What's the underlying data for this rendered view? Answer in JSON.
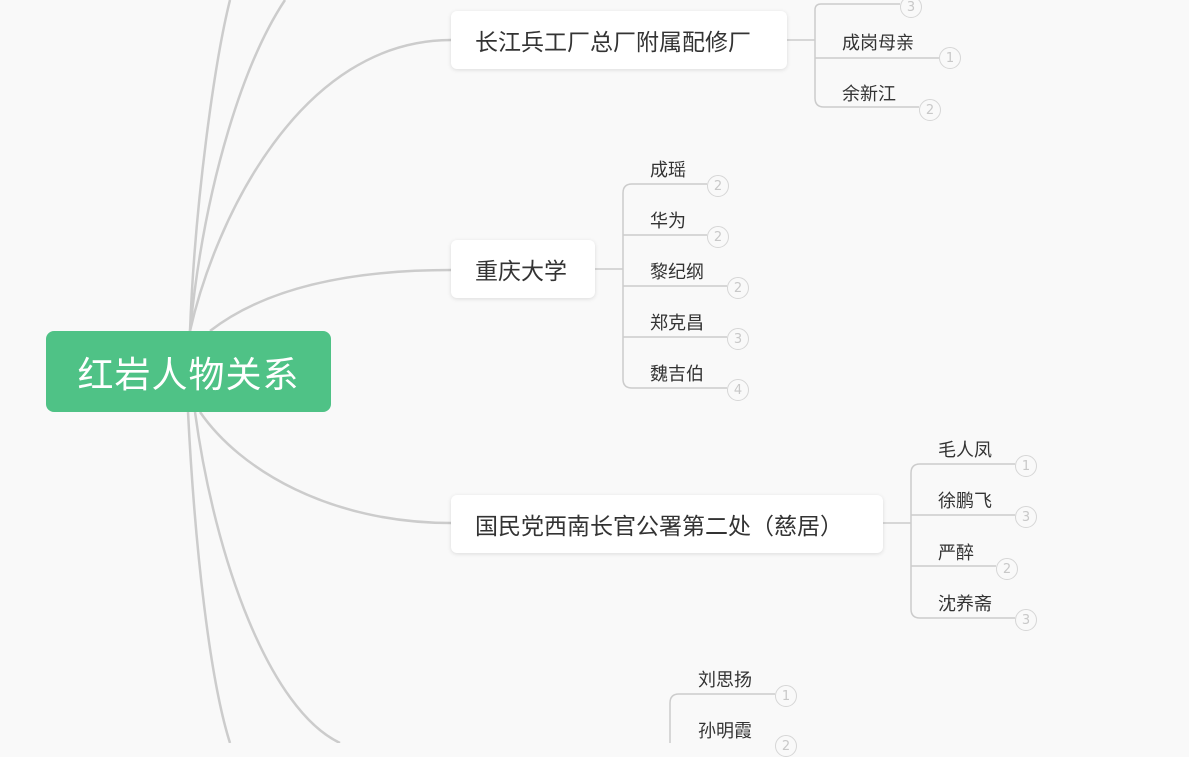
{
  "root": {
    "label": "红岩人物关系"
  },
  "topics": [
    {
      "label": "长江兵工厂总厂附属配修厂",
      "children": [
        {
          "label": "",
          "count": "3"
        },
        {
          "label": "成岗母亲",
          "count": "1"
        },
        {
          "label": "余新江",
          "count": "2"
        }
      ]
    },
    {
      "label": "重庆大学",
      "children": [
        {
          "label": "成瑶",
          "count": "2"
        },
        {
          "label": "华为",
          "count": "2"
        },
        {
          "label": "黎纪纲",
          "count": "2"
        },
        {
          "label": "郑克昌",
          "count": "3"
        },
        {
          "label": "魏吉伯",
          "count": "4"
        }
      ]
    },
    {
      "label": "国民党西南长官公署第二处（慈居）",
      "children": [
        {
          "label": "毛人凤",
          "count": "1"
        },
        {
          "label": "徐鹏飞",
          "count": "3"
        },
        {
          "label": "严醉",
          "count": "2"
        },
        {
          "label": "沈养斋",
          "count": "3"
        }
      ]
    },
    {
      "label": "",
      "children": [
        {
          "label": "刘思扬",
          "count": "1"
        },
        {
          "label": "孙明霞",
          "count": "2"
        }
      ]
    }
  ]
}
